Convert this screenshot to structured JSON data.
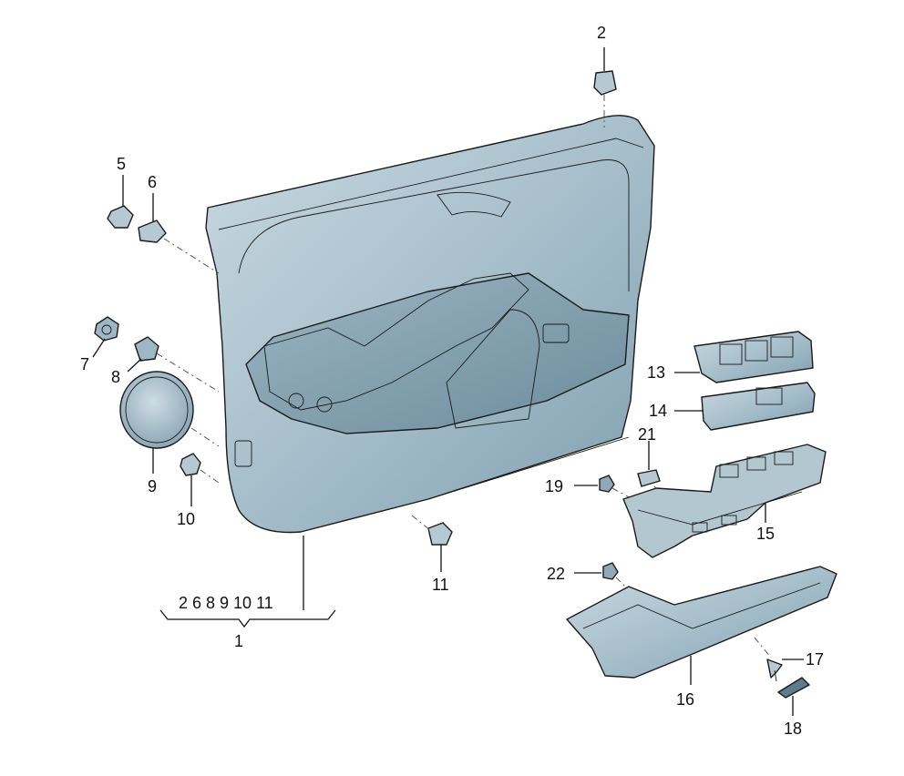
{
  "labels": {
    "p1": "1",
    "p2": "2",
    "p5": "5",
    "p6": "6",
    "p7": "7",
    "p8": "8",
    "p9": "9",
    "p10": "10",
    "p11": "11",
    "p13": "13",
    "p14": "14",
    "p15": "15",
    "p16": "16",
    "p17": "17",
    "p18": "18",
    "p19": "19",
    "p21": "21",
    "p22": "22",
    "group": "2 6 8 9 10 11"
  },
  "colors": {
    "panel": "#a7bfcb",
    "panel_dark": "#7f9eae",
    "panel_light": "#cfdde4",
    "background": "#ffffff"
  }
}
